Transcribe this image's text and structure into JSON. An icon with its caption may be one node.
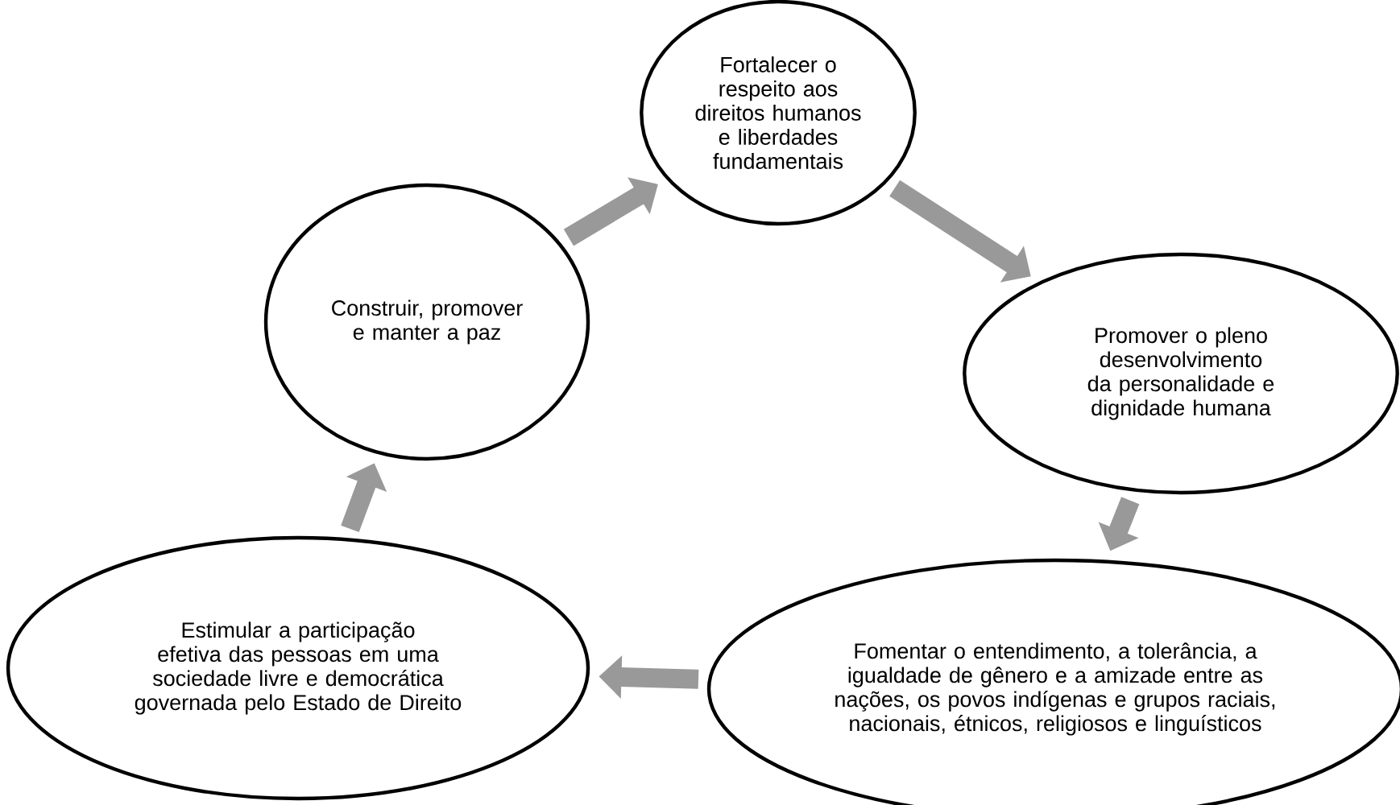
{
  "diagram": {
    "nodes": [
      {
        "text": [
          "Fortalecer o respeito aos direitos humanos e liberdades fundamentais"
        ]
      },
      {
        "text": [
          "Promover o pleno desenvolvimento da personalidade e dignidade humana"
        ]
      },
      {
        "text": [
          "Fomentar o entendimento, a tolerância, a igualdade de gênero e a amizade entre as nações, os povos indígenas e grupos raciais, nacionais, étnicos, religiosos e linguísticos"
        ]
      },
      {
        "text": [
          "Estimular a participação efetiva das pessoas em uma sociedade livre e democrática governada pelo Estado de Direito"
        ]
      },
      {
        "text": [
          "Construir, promover e manter a paz"
        ]
      }
    ],
    "edges": [
      {
        "from": 4,
        "to": 0,
        "arrow": "to"
      },
      {
        "from": 0,
        "to": 1,
        "arrow": "to"
      },
      {
        "from": 1,
        "to": 2,
        "arrow": "to"
      },
      {
        "from": 2,
        "to": 3,
        "arrow": "to"
      },
      {
        "from": 3,
        "to": 4,
        "arrow": "to"
      }
    ]
  }
}
